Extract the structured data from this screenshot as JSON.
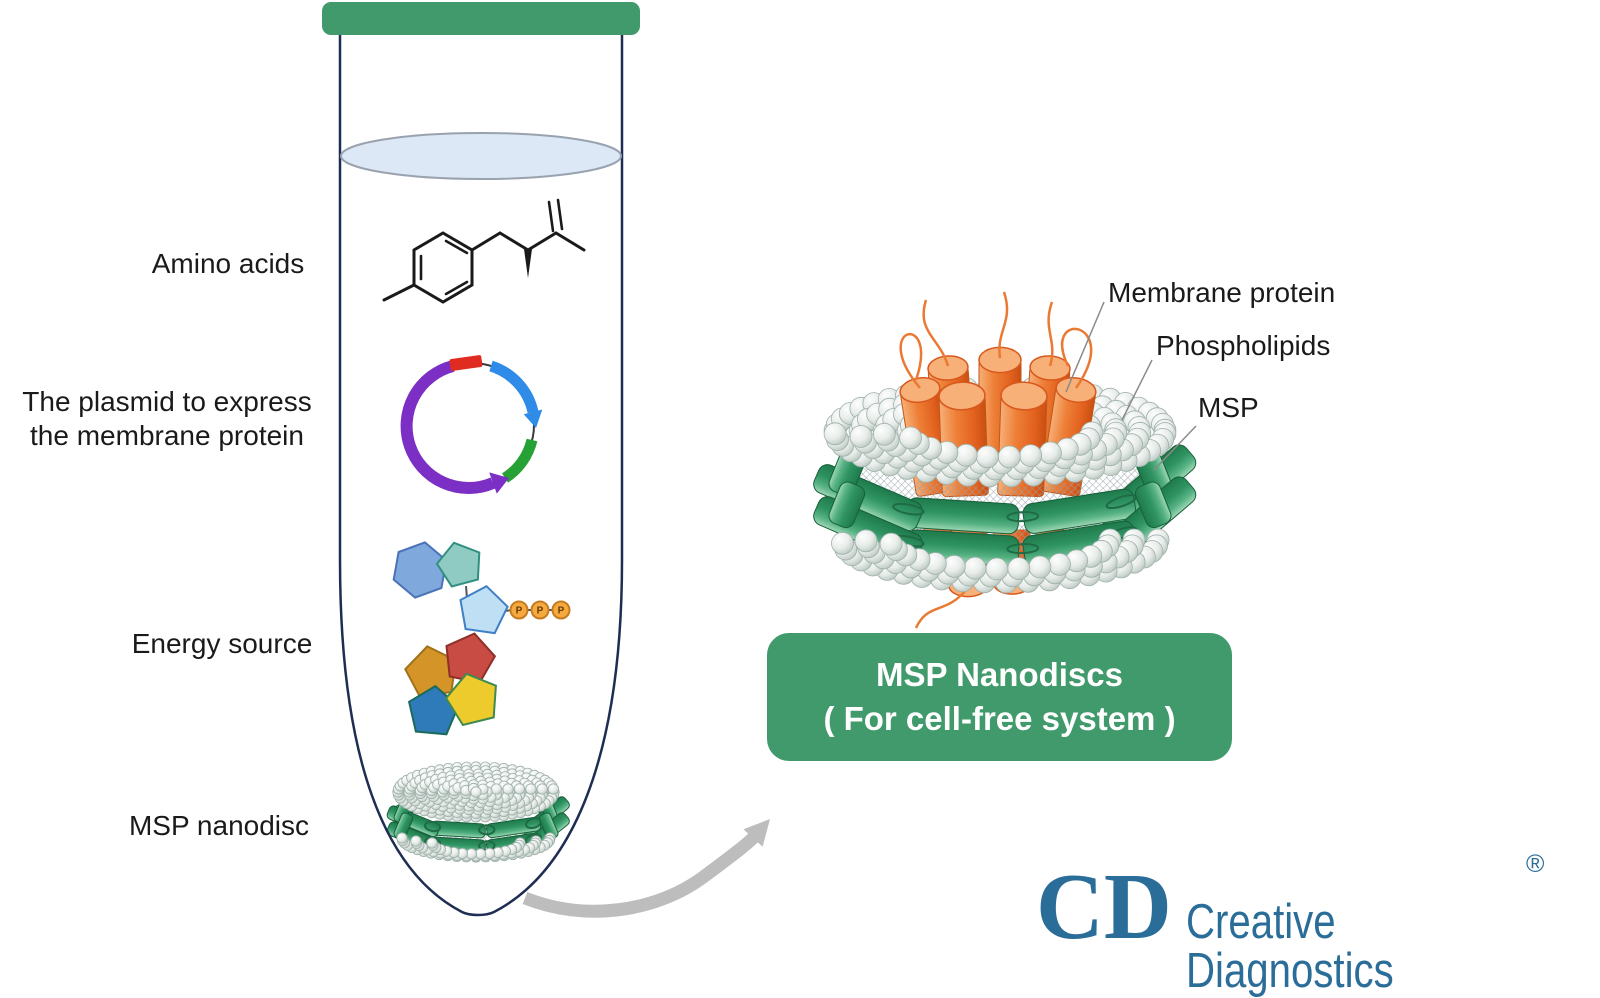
{
  "labels": {
    "amino_acids": "Amino acids",
    "plasmid_line1": "The plasmid to express",
    "plasmid_line2": "the membrane protein",
    "energy_source": "Energy source",
    "msp_nanodisc": "MSP nanodisc",
    "membrane_protein": "Membrane protein",
    "phospholipids": "Phospholipids",
    "msp": "MSP"
  },
  "callout": {
    "line1": "MSP Nanodiscs",
    "line2": "( For cell-free system )"
  },
  "logo": {
    "monogram": "CD",
    "name": "Creative Diagnostics",
    "registered": "®"
  },
  "phosphates": [
    "P",
    "P",
    "P"
  ],
  "icons": [
    "tube-icon",
    "tube-cap-icon",
    "liquid-surface-icon",
    "amino-acid-structure-icon",
    "plasmid-icon",
    "atp-molecule-icon",
    "nucleotide-pentagons-icon",
    "msp-nanodisc-small-icon",
    "msp-nanodisc-large-icon",
    "curved-arrow-icon",
    "leader-line"
  ],
  "colors": {
    "brand_green": "#419A6B",
    "tube_outline": "#1E2D52",
    "liquid_fill": "#DCE8F6",
    "liquid_stroke": "#99A2AE",
    "plasmid_purple": "#7B2FC4",
    "plasmid_blue": "#2E8BE8",
    "plasmid_green": "#26A135",
    "plasmid_red": "#E02B20",
    "plasmid_ring": "#3A3A3A",
    "phosphate_fill": "#F5A93F",
    "phosphate_stroke": "#C77B1F",
    "phosphate_text": "#6B3D05",
    "protein_orange": "#E8732E",
    "protein_orange_light": "#F6B078",
    "protein_orange_dark": "#D9571C",
    "msp_green": "#3FA06C",
    "msp_green_dark": "#17603A",
    "sphere_fill": "#E4EAE7",
    "sphere_stroke": "#9FB0AA",
    "hatch_gray": "#97A3AA",
    "arrow_gray": "#BDBDBD",
    "leader_gray": "#8A8A8A",
    "label_text": "#1A1A1A",
    "callout_text": "#FFFFFF",
    "logo_blue": "#2B6D99"
  }
}
